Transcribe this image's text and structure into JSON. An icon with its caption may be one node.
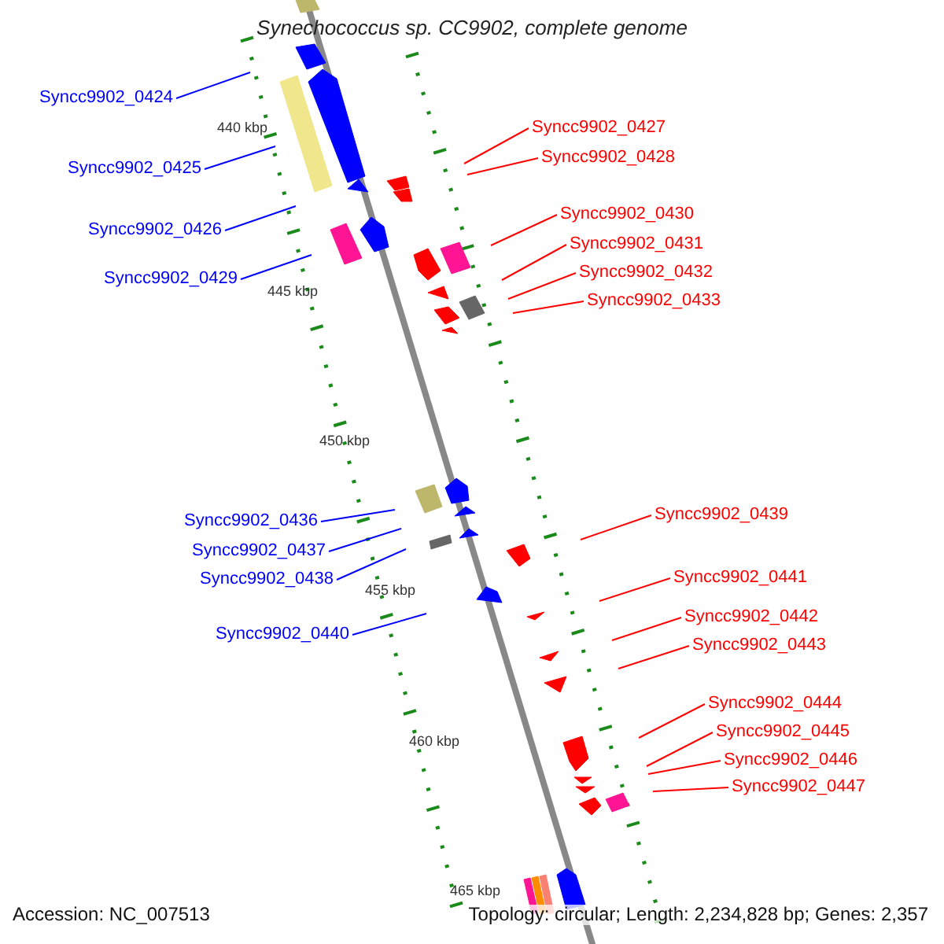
{
  "diagram": {
    "title": "Synechococcus sp. CC9902, complete genome",
    "nodes": [
      {
        "text": [
          "Syncc9902_0424"
        ]
      },
      {
        "text": [
          "Syncc9902_0427"
        ]
      },
      {
        "text": [
          "Syncc9902_0428"
        ]
      },
      {
        "text": [
          "Syncc9902_0425"
        ]
      },
      {
        "text": [
          "Syncc9902_0430"
        ]
      },
      {
        "text": [
          "Syncc9902_0426"
        ]
      },
      {
        "text": [
          "Syncc9902_0431"
        ]
      },
      {
        "text": [
          "Syncc9902_0432"
        ]
      },
      {
        "text": [
          "Syncc9902_0429"
        ]
      },
      {
        "text": [
          "Syncc9902_0433"
        ]
      },
      {
        "text": [
          "Syncc9902_0439"
        ]
      },
      {
        "text": [
          "Syncc9902_0436"
        ]
      },
      {
        "text": [
          "Syncc9902_0437"
        ]
      },
      {
        "text": [
          "Syncc9902_0441"
        ]
      },
      {
        "text": [
          "Syncc9902_0438"
        ]
      },
      {
        "text": [
          "Syncc9902_0442"
        ]
      },
      {
        "text": [
          "Syncc9902_0440"
        ]
      },
      {
        "text": [
          "Syncc9902_0443"
        ]
      },
      {
        "text": [
          "Syncc9902_0444"
        ]
      },
      {
        "text": [
          "Syncc9902_0445"
        ]
      },
      {
        "text": [
          "Syncc9902_0446"
        ]
      },
      {
        "text": [
          "Syncc9902_0447"
        ]
      }
    ],
    "edges": [
      {
        "from": 0,
        "to": null,
        "arrow": "none",
        "color": "#0000ff"
      },
      {
        "from": 1,
        "to": null,
        "arrow": "none"
      },
      {
        "from": 2,
        "to": null,
        "arrow": "none"
      },
      {
        "from": 3,
        "to": null,
        "arrow": "none",
        "color": "#0000ff"
      },
      {
        "from": 4,
        "to": null,
        "arrow": "none"
      },
      {
        "from": 5,
        "to": null,
        "arrow": "none",
        "color": "#0000ff"
      },
      {
        "from": 6,
        "to": null,
        "arrow": "none"
      },
      {
        "from": 7,
        "to": null,
        "arrow": "none"
      },
      {
        "from": 8,
        "to": null,
        "arrow": "none",
        "color": "#0000ff"
      },
      {
        "from": 9,
        "to": null,
        "arrow": "none"
      },
      {
        "from": 10,
        "to": null,
        "arrow": "none"
      },
      {
        "from": 11,
        "to": null,
        "arrow": "none",
        "color": "#0000ff"
      },
      {
        "from": 12,
        "to": null,
        "arrow": "none",
        "color": "#0000ff"
      },
      {
        "from": 13,
        "to": null,
        "arrow": "none"
      },
      {
        "from": 14,
        "to": null,
        "arrow": "none",
        "color": "#0000ff"
      },
      {
        "from": 15,
        "to": null,
        "arrow": "none"
      },
      {
        "from": 16,
        "to": null,
        "arrow": "none",
        "color": "#0000ff"
      },
      {
        "from": 17,
        "to": null,
        "arrow": "none"
      },
      {
        "from": 18,
        "to": null,
        "arrow": "none"
      },
      {
        "from": 19,
        "to": null,
        "arrow": "none"
      },
      {
        "from": 20,
        "to": null,
        "arrow": "none"
      },
      {
        "from": 21,
        "to": null,
        "arrow": "none"
      }
    ],
    "labels": [
      "440 kbp",
      "445 kbp",
      "450 kbp",
      "455 kbp",
      "460 kbp",
      "465 kbp",
      "Accession: NC_007513",
      "Topology: circular; Length: 2,234,828 bp; Genes: 2,357"
    ]
  }
}
